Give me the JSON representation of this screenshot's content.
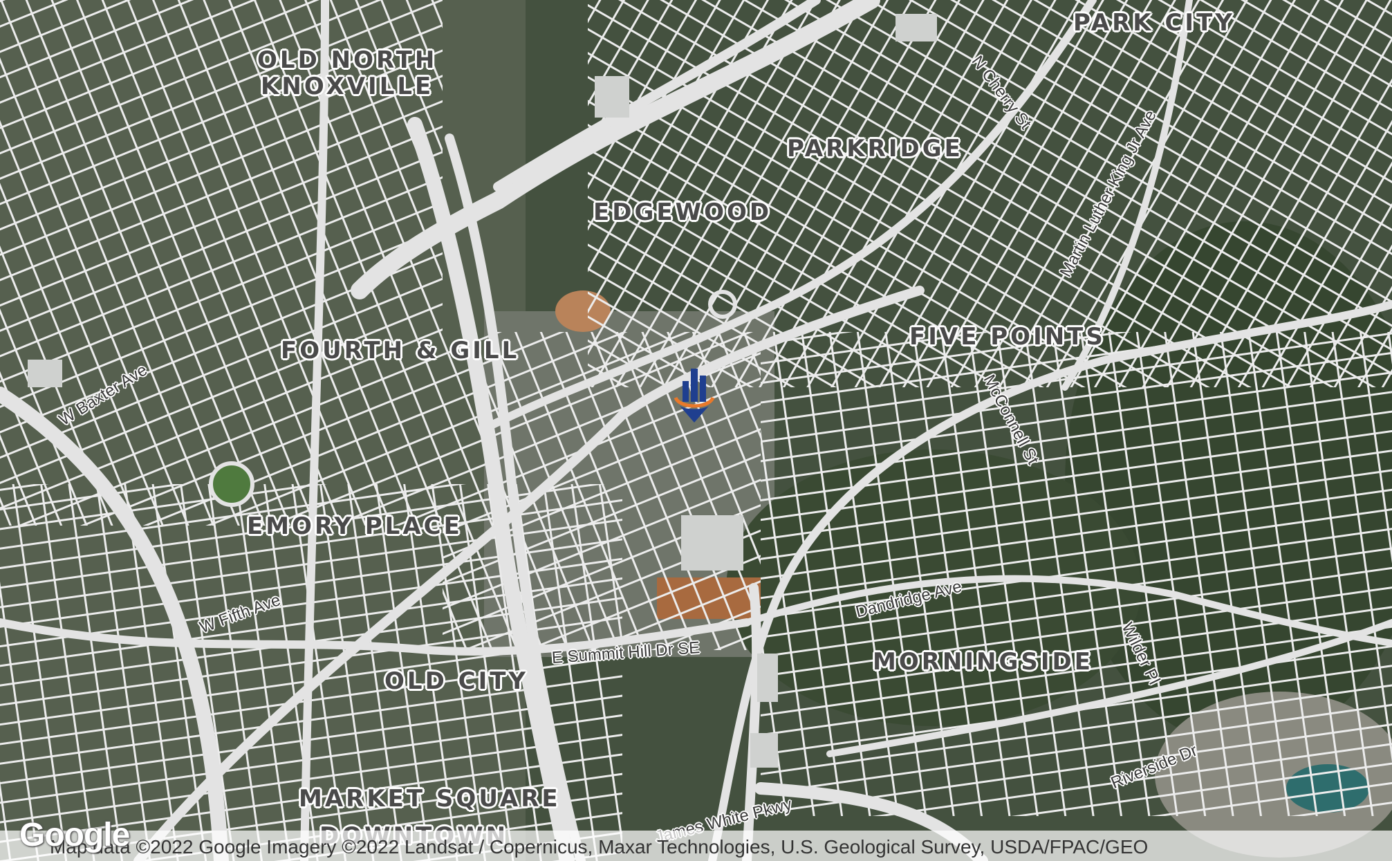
{
  "map": {
    "type": "satellite-hybrid",
    "marker": {
      "icon": "building-marker-icon",
      "colors": {
        "building": "#1f3f8f",
        "ring": "#e8792b"
      }
    }
  },
  "neighborhoods": [
    {
      "id": "old-north-knoxville",
      "label": "OLD NORTH\nKNOXVILLE"
    },
    {
      "id": "park-city",
      "label": "PARK CITY"
    },
    {
      "id": "parkridge",
      "label": "PARKRIDGE"
    },
    {
      "id": "edgewood",
      "label": "EDGEWOOD"
    },
    {
      "id": "fourth-and-gill",
      "label": "FOURTH & GILL"
    },
    {
      "id": "five-points",
      "label": "FIVE POINTS"
    },
    {
      "id": "emory-place",
      "label": "EMORY PLACE"
    },
    {
      "id": "morningside",
      "label": "MORNINGSIDE"
    },
    {
      "id": "old-city",
      "label": "OLD CITY"
    },
    {
      "id": "market-square",
      "label": "MARKET SQUARE"
    },
    {
      "id": "downtown",
      "label": "DOWNTOWN"
    }
  ],
  "streets": [
    {
      "id": "n-cherry-st",
      "label": "N Cherry St"
    },
    {
      "id": "mlk-jr-ave",
      "label": "Martin Luther King Jr Ave"
    },
    {
      "id": "w-baxter-ave",
      "label": "W Baxter Ave"
    },
    {
      "id": "mcconnell-st",
      "label": "McConnell St"
    },
    {
      "id": "dandridge-ave",
      "label": "Dandridge Ave"
    },
    {
      "id": "w-fifth-ave",
      "label": "W Fifth Ave"
    },
    {
      "id": "e-summit-hill-dr",
      "label": "E Summit Hill Dr SE"
    },
    {
      "id": "wilder-pl",
      "label": "Wilder Pl"
    },
    {
      "id": "riverside-dr",
      "label": "Riverside Dr"
    },
    {
      "id": "james-white-pkwy",
      "label": "James White Pkwy"
    }
  ],
  "attribution": {
    "logo": "Google",
    "text": "Map data ©2022 Google Imagery ©2022 Landsat / Copernicus, Maxar Technologies, U.S. Geological Survey, USDA/FPAC/GEO"
  }
}
